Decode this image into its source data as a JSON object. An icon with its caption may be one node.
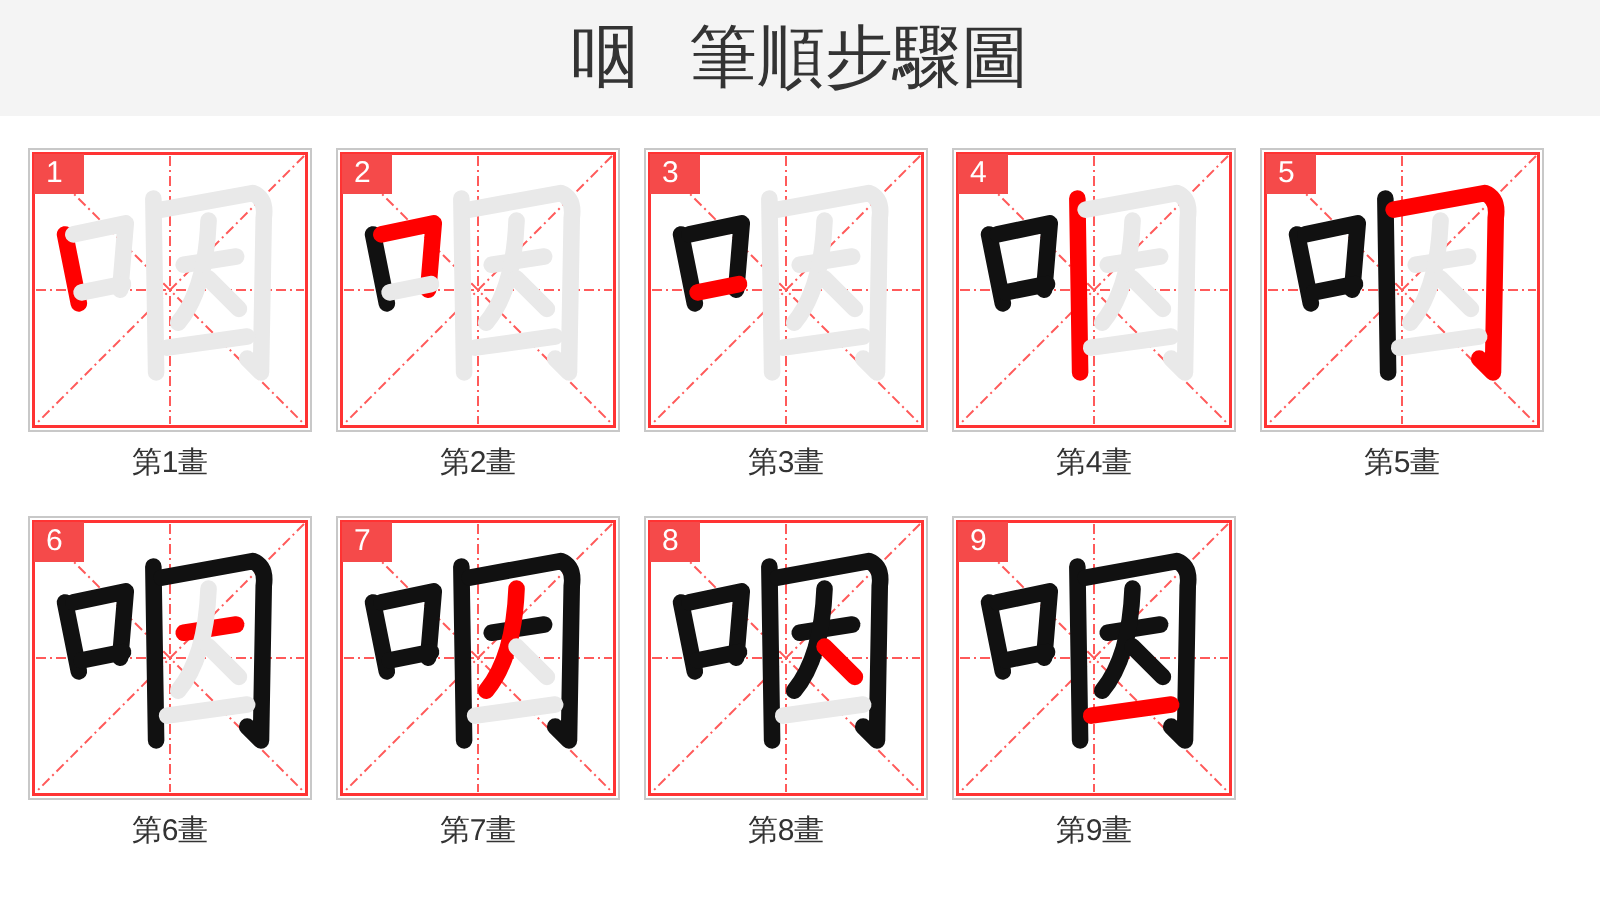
{
  "diagram": {
    "title": "咽 筆順步驟圖",
    "nodes": [
      {
        "text": [
          "1"
        ],
        "beside": [
          "第1畫"
        ]
      },
      {
        "text": [
          "2"
        ],
        "beside": [
          "第2畫"
        ]
      },
      {
        "text": [
          "3"
        ],
        "beside": [
          "第3畫"
        ]
      },
      {
        "text": [
          "4"
        ],
        "beside": [
          "第4畫"
        ]
      },
      {
        "text": [
          "5"
        ],
        "beside": [
          "第5畫"
        ]
      },
      {
        "text": [
          "6"
        ],
        "beside": [
          "第6畫"
        ]
      },
      {
        "text": [
          "7"
        ],
        "beside": [
          "第7畫"
        ]
      },
      {
        "text": [
          "8"
        ],
        "beside": [
          "第8畫"
        ]
      },
      {
        "text": [
          "9"
        ],
        "beside": [
          "第9畫"
        ]
      }
    ]
  }
}
